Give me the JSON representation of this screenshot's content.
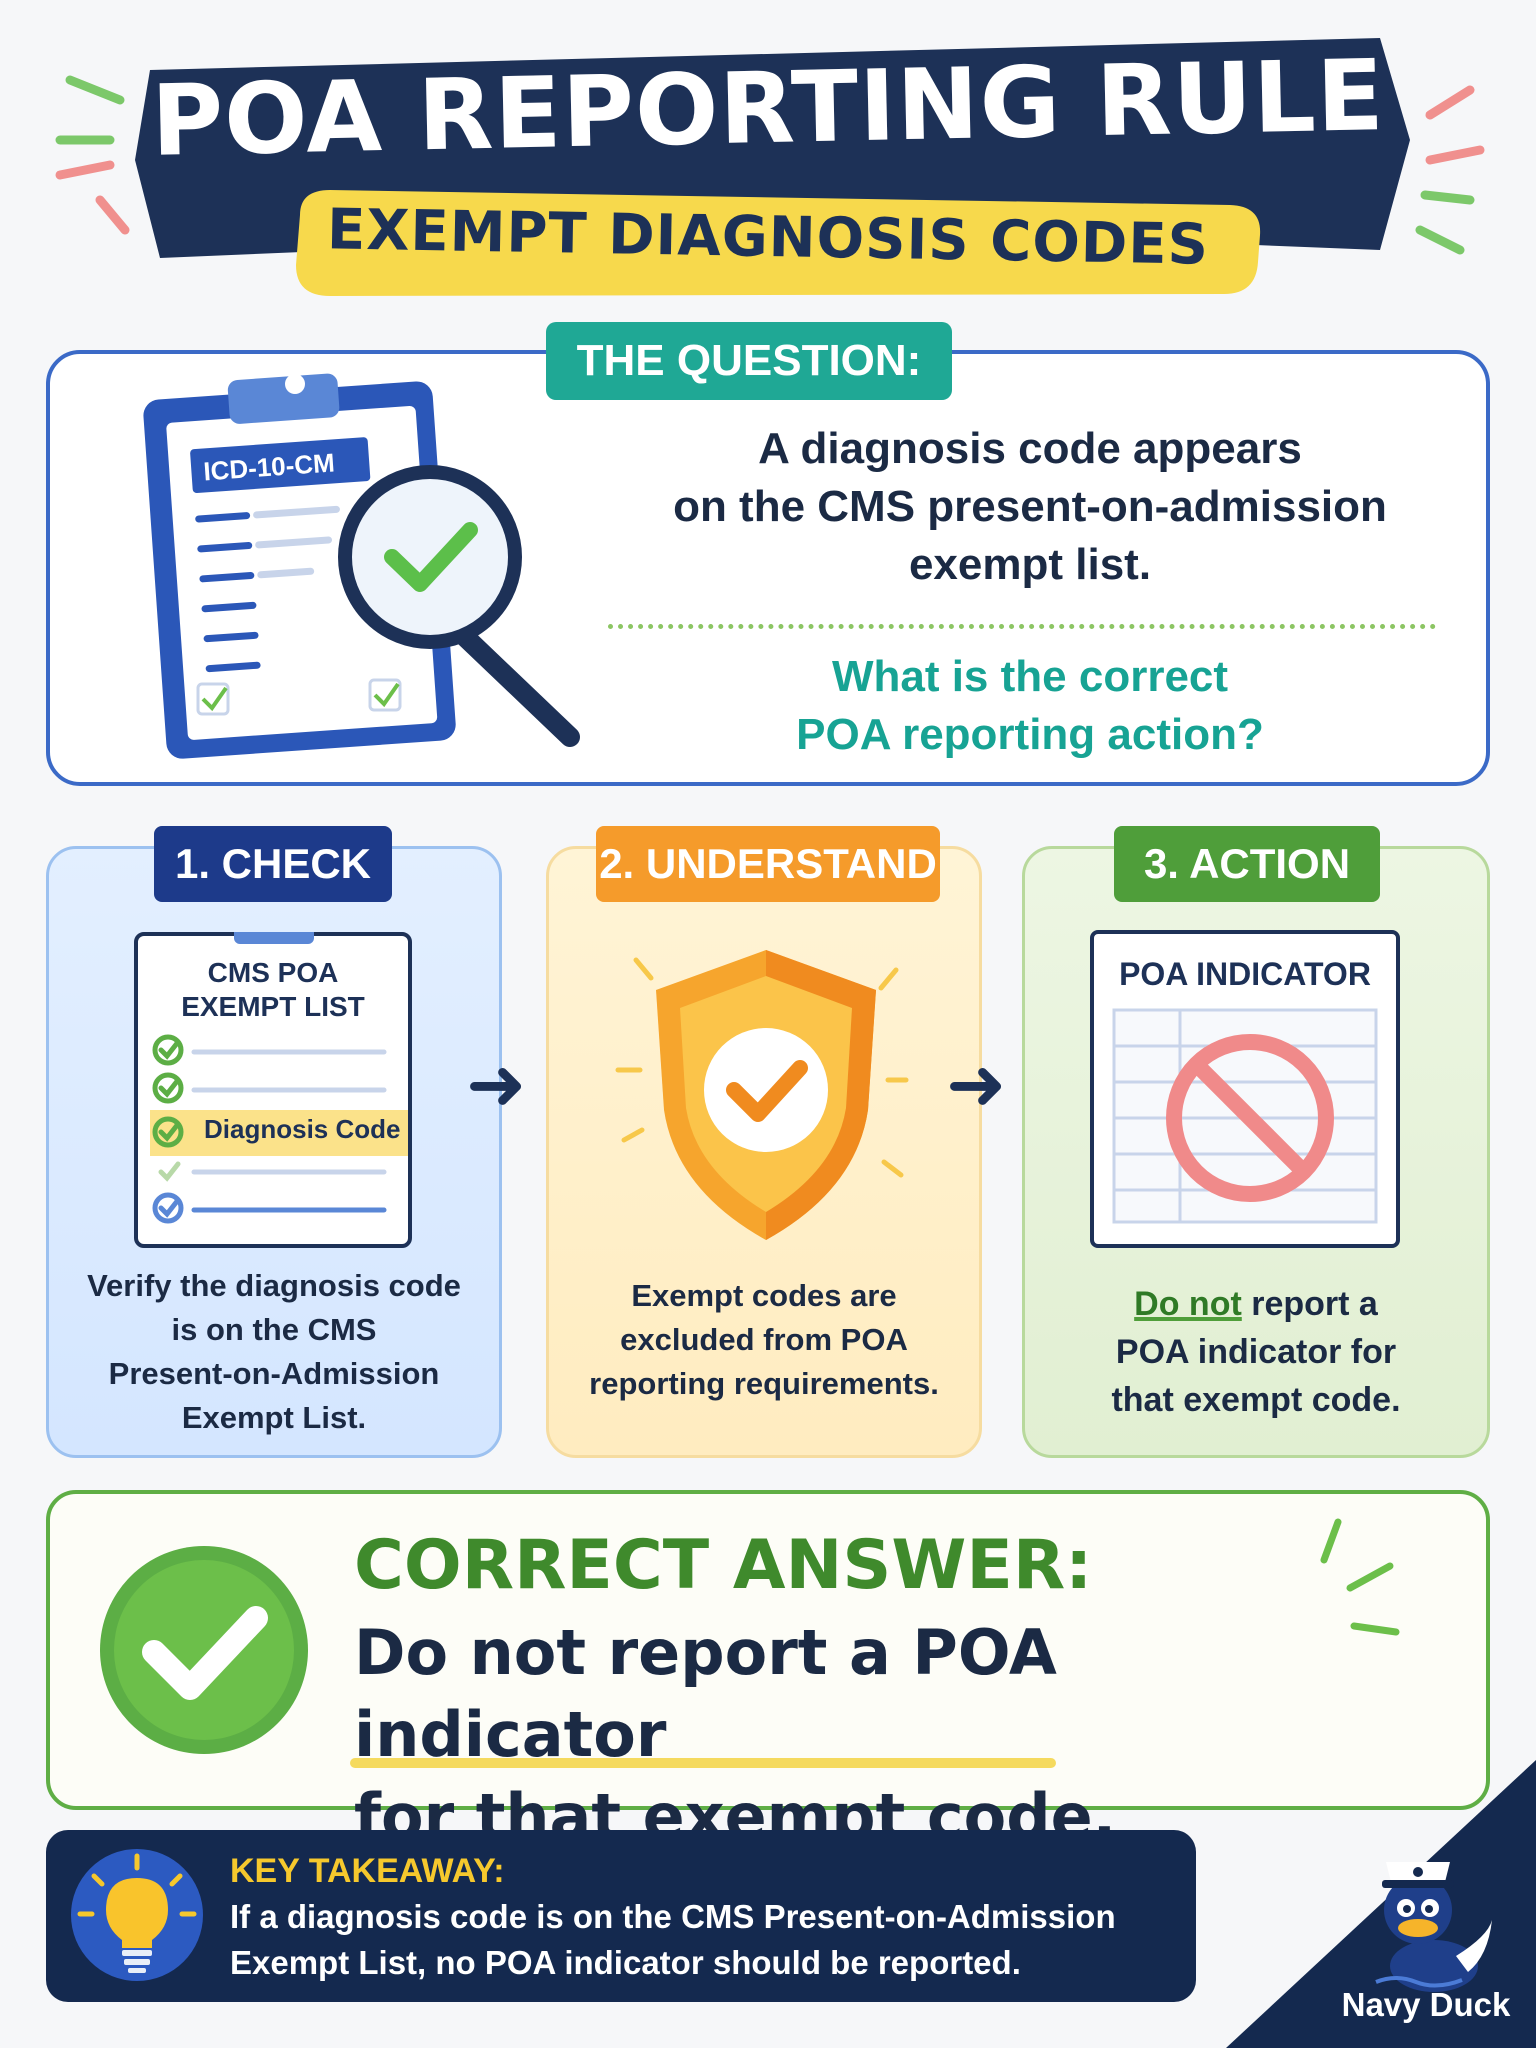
{
  "header": {
    "title": "POA REPORTING RULE",
    "subtitle": "EXEMPT DIAGNOSIS CODES"
  },
  "question": {
    "tag": "THE QUESTION:",
    "clipboard_label": "ICD-10-CM",
    "line1": "A diagnosis code appears",
    "line2": "on the CMS present-on-admission",
    "line3": "exempt list.",
    "sub1": "What is the correct",
    "sub2": "POA reporting action?"
  },
  "steps": {
    "check": {
      "tag": "1. CHECK",
      "list_title1": "CMS POA",
      "list_title2": "EXEMPT LIST",
      "highlight": "Diagnosis Code",
      "text1": "Verify the diagnosis code",
      "text2": "is on the CMS",
      "text3": "Present-on-Admission",
      "text4": "Exempt List."
    },
    "understand": {
      "tag": "2. UNDERSTAND",
      "text1": "Exempt codes are",
      "text2": "excluded from POA",
      "text3": "reporting requirements."
    },
    "action": {
      "tag": "3. ACTION",
      "box_title": "POA INDICATOR",
      "emph": "Do not",
      "text1_rest": " report a",
      "text2": "POA indicator for",
      "text3": "that exempt code."
    }
  },
  "answer": {
    "heading": "CORRECT ANSWER:",
    "line1": "Do not report a POA indicator",
    "line2": "for that exempt code."
  },
  "takeaway": {
    "label": "KEY TAKEAWAY:",
    "line1": "If a diagnosis code is on the CMS Present-on-Admission",
    "line2": "Exempt List, no POA indicator should be reported."
  },
  "brand": "Navy Duck",
  "colors": {
    "navy": "#1d3157",
    "teal": "#1fa895",
    "orange": "#f59b2b",
    "green": "#4f9e3a",
    "yellow": "#f7d94c",
    "red": "#f08a8a"
  }
}
